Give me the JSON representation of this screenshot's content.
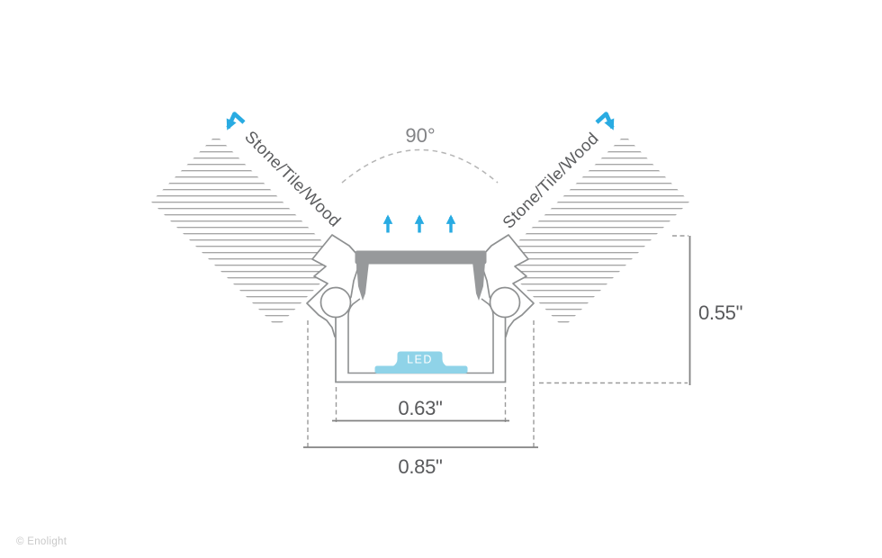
{
  "diagram": {
    "surface_label_left": "Stone/Tile/Wood",
    "surface_label_right": "Stone/Tile/Wood",
    "angle_label": "90°",
    "led_label": "LED",
    "dim_height": "0.55\"",
    "dim_inner_width": "0.63\"",
    "dim_outer_width": "0.85\""
  },
  "footer": {
    "copyright": "© Enolight"
  },
  "colors": {
    "accent_blue": "#29abe2",
    "led_fill": "#8fd3e8",
    "cover_gray": "#97999b",
    "outline_gray": "#8e9091",
    "hatch_gray": "#a6a6a6",
    "dim_line_gray": "#828282",
    "dim_text_gray": "#58595b"
  }
}
